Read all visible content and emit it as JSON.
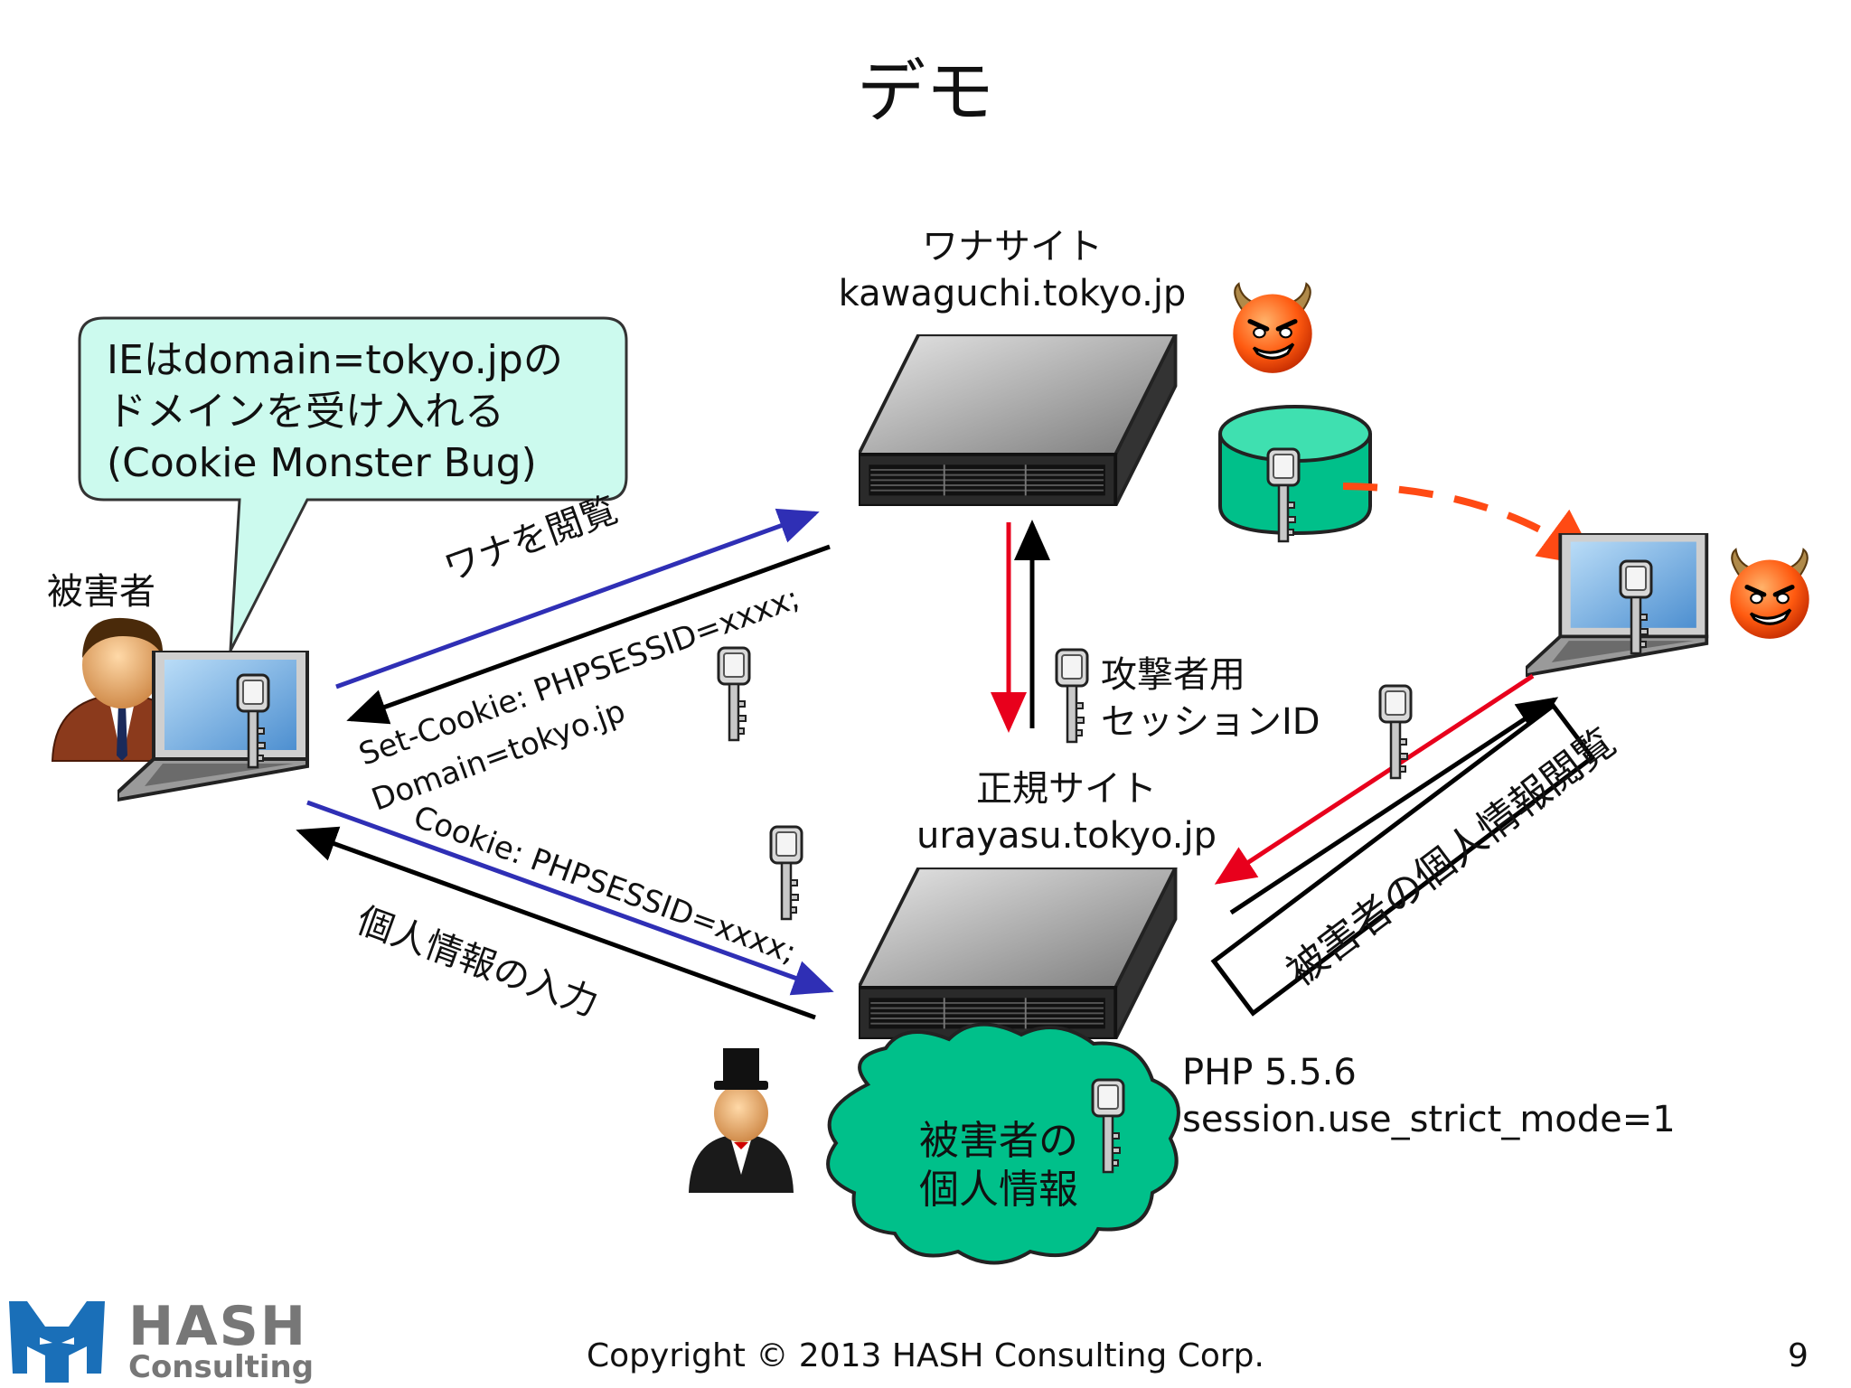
{
  "slide": {
    "title": "デモ",
    "page_number": "9",
    "copyright": "Copyright © 2013 HASH Consulting Corp."
  },
  "logo": {
    "line1": "HASH",
    "line2": "Consulting"
  },
  "trap_site": {
    "label": "ワナサイト",
    "domain": "kawaguchi.tokyo.jp"
  },
  "legit_site": {
    "label": "正規サイト",
    "domain": "urayasu.tokyo.jp"
  },
  "victim": {
    "label": "被害者"
  },
  "callout": {
    "line1": "IEはdomain=tokyo.jpの",
    "line2": "ドメインを受け入れる",
    "line3": "(Cookie Monster Bug)"
  },
  "arrows": {
    "browse_trap": "ワナを閲覧",
    "set_cookie_line1": "Set-Cookie: PHPSESSID=xxxx;",
    "set_cookie_line2": "Domain=tokyo.jp",
    "cookie_send": "Cookie: PHPSESSID=xxxx;",
    "input_personal": "個人情報の入力",
    "attacker_session_line1": "攻撃者用",
    "attacker_session_line2": "セッションID",
    "view_victim_info": "被害者の個人情報閲覧"
  },
  "cloud": {
    "line1": "被害者の",
    "line2": "個人情報"
  },
  "php_info": {
    "line1": "PHP 5.5.6",
    "line2": "session.use_strict_mode=1"
  },
  "colors": {
    "callout_fill": "#ccfaee",
    "db_green": "#00c08a",
    "arrow_blue": "#2f2fb5",
    "arrow_red": "#e8001c",
    "dash_orange": "#ff4a14",
    "logo_blue": "#1a6fb8"
  }
}
